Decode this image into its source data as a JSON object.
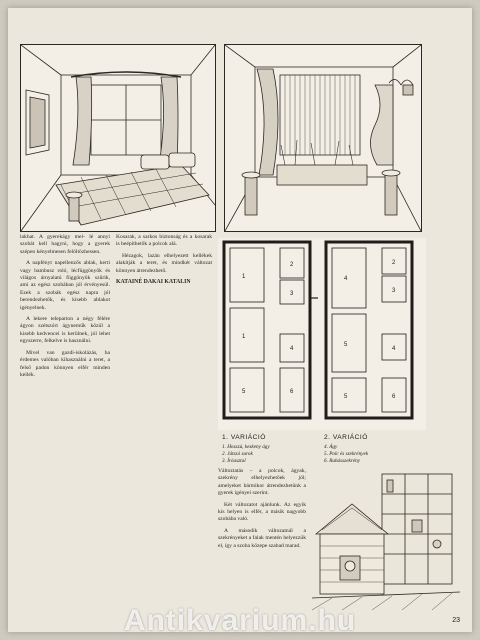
{
  "columns": {
    "left": [
      "lakhat. A gyerekágy mel-\nlé annyi szobát kell hagyni, hogy a gyerek szépen kényelmesen felöltözhessen.",
      "A napfényt napellenzős ablak, kerti vagy bambusz roló, lécfüggönyök és világos árnyalatú függönyök szűrik, ami az egész szobában jól érvényesül. Ezek a szobák egész napra jól berendezhetők, és kisebb ablakot igényelnek.",
      "A lekere teleparton a négy félére ágyon szétszórt ágyneműk közül a kisebb kedvencei is kerülnek, jól lehet egyszerre, felkelve is használni.",
      "Mivel van gazdi-iskolázás, ha érdemes valóban kihasználni a teret, a felső padon könnyen elfér minden kellék."
    ],
    "middle": [
      "Kosarak, a sarkos biztonság és a kosarak is beépíthetők a polcok alá.",
      "Hézagok, lazán elhelyezett kellékek alakítják a teret, és mindkét változat könnyen átrendezhető."
    ],
    "right": [
      "Változtatás – a polcok, ágyak, szekrény elhelyezhetőek jól; amelyeket bármikor átrendezhetünk a gyerek igényei szerint.",
      "Két változatot ajánlunk. Az egyik kis helyen is elfér, a másik nagyobb szobába való.",
      "A második változatnál a szekrényeket a falak mentén helyezzük el, így a szoba közepe szabad marad."
    ],
    "signature": "KATAINÉ DAKAI KATALIN"
  },
  "plans": {
    "variant1": {
      "title": "1. VARIÁCIÓ",
      "legend": [
        "1. Hosszú, keskeny ágy",
        "2. Játszó sarok",
        "3. Íróasztal"
      ]
    },
    "variant2": {
      "title": "2. VARIÁCIÓ",
      "legend": [
        "4. Ágy",
        "5. Polc és szekrények",
        "6. Ruhásszekrény"
      ]
    }
  },
  "page_number": "23",
  "watermark": "Antikvarium.hu"
}
